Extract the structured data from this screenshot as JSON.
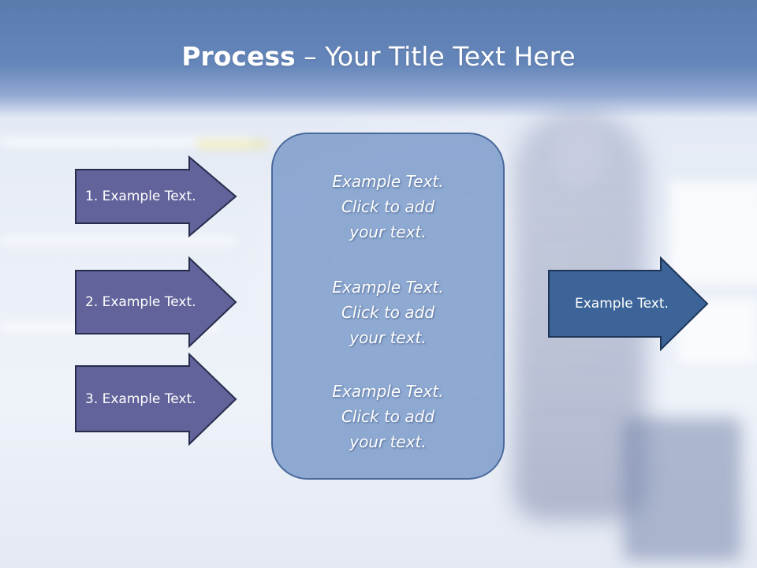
{
  "title": {
    "bold": "Process",
    "rest": " – Your Title Text Here"
  },
  "inputs": [
    {
      "label": "1. Example Text."
    },
    {
      "label": "2. Example Text."
    },
    {
      "label": "3. Example Text."
    }
  ],
  "center": {
    "paragraphs": [
      {
        "line1": "Example Text.",
        "line2": "Click  to add",
        "line3": "your text."
      },
      {
        "line1": "Example Text.",
        "line2": "Click  to add",
        "line3": "your text."
      },
      {
        "line1": "Example Text.",
        "line2": "Click  to add",
        "line3": "your text."
      }
    ]
  },
  "output": {
    "label": "Example Text."
  },
  "colors": {
    "title_band": "#5b7bae",
    "input_arrow_fill": "#62639a",
    "input_arrow_stroke": "#262d4c",
    "output_arrow_fill": "#3c6498",
    "output_arrow_stroke": "#1f3557",
    "center_box_fill": "#809ecc",
    "center_box_stroke": "#4a6a9c"
  }
}
